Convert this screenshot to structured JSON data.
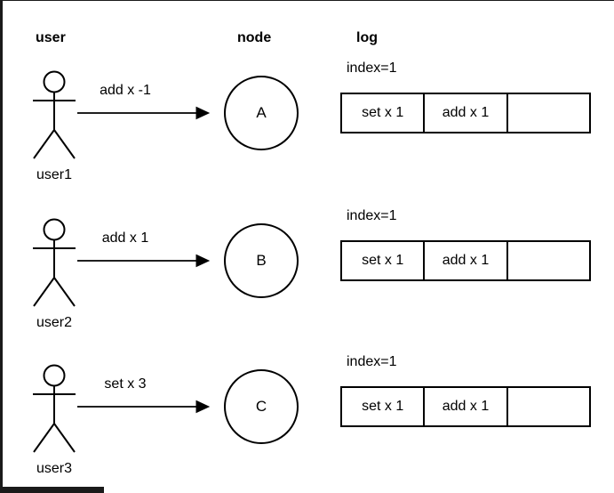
{
  "window": {
    "border_color": "#1a1a1a",
    "background": "#ffffff"
  },
  "headers": {
    "user": "user",
    "node": "node",
    "log": "log"
  },
  "rows": [
    {
      "user_name": "user1",
      "message": "add x -1",
      "node": "A",
      "index_label": "index=1",
      "log": [
        "set x 1",
        "add x 1",
        ""
      ]
    },
    {
      "user_name": "user2",
      "message": "add x 1",
      "node": "B",
      "index_label": "index=1",
      "log": [
        "set x 1",
        "add x 1",
        ""
      ]
    },
    {
      "user_name": "user3",
      "message": "set x 3",
      "node": "C",
      "index_label": "index=1",
      "log": [
        "set x 1",
        "add x 1",
        ""
      ]
    }
  ]
}
